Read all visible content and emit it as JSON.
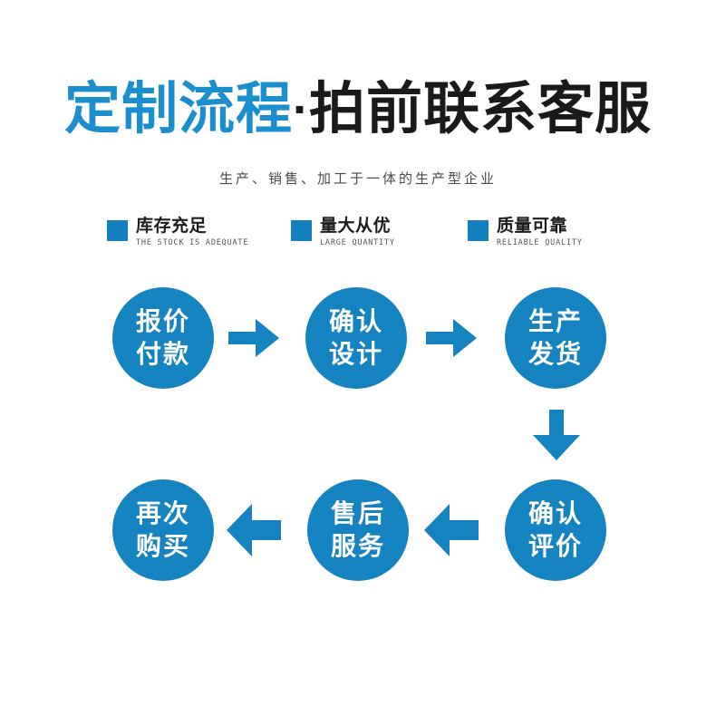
{
  "header": {
    "title_blue": "定制流程",
    "title_sep": "·",
    "title_dark": "拍前联系客服",
    "subtitle": "生产、销售、加工于一体的生产型企业"
  },
  "badges": [
    {
      "cn": "库存充足",
      "en": "THE STOCK IS ADEQUATE"
    },
    {
      "cn": "量大从优",
      "en": "LARGE QUANTITY"
    },
    {
      "cn": "质量可靠",
      "en": "RELIABLE QUALITY"
    }
  ],
  "flow": {
    "nodes": [
      {
        "line1": "报价",
        "line2": "付款"
      },
      {
        "line1": "确认",
        "line2": "设计"
      },
      {
        "line1": "生产",
        "line2": "发货"
      },
      {
        "line1": "确认",
        "line2": "评价"
      },
      {
        "line1": "售后",
        "line2": "服务"
      },
      {
        "line1": "再次",
        "line2": "购买"
      }
    ],
    "arrows": [
      {
        "name": "arrow-right-1",
        "dir": "right"
      },
      {
        "name": "arrow-right-2",
        "dir": "right"
      },
      {
        "name": "arrow-down-1",
        "dir": "down"
      },
      {
        "name": "arrow-left-1",
        "dir": "left"
      },
      {
        "name": "arrow-left-2",
        "dir": "left"
      }
    ]
  },
  "colors": {
    "title_blue": "#1b8ecd",
    "title_dark": "#1a1a1a",
    "node_blue": "#1583c0",
    "badge_blue": "#1580c0",
    "arrow_blue": "#1583c0",
    "subtitle_gray": "#4a4a4a",
    "background": "#ffffff"
  }
}
